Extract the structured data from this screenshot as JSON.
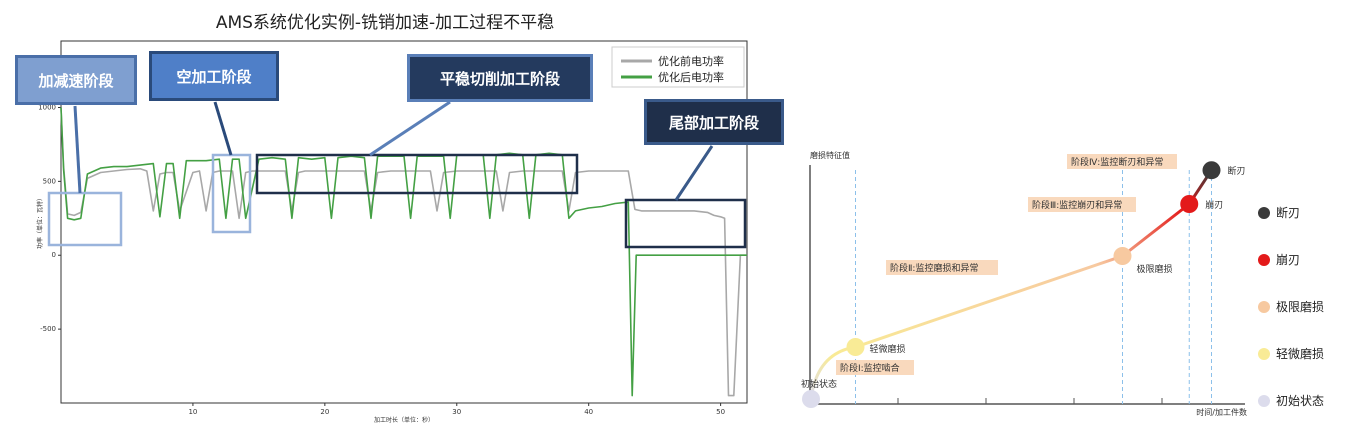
{
  "title": "AMS系统优化实例-铣销加速-加工过程不平稳",
  "colors": {
    "before": "#a8a8a8",
    "after": "#44a044",
    "label_light": "#7f9fd0",
    "label_mid": "#4f7fc8",
    "label_dark": "#243a5e",
    "label_darker": "#1f2f4a",
    "highlight_light": "#9ab4dc",
    "highlight_dark": "#1f2f4a"
  },
  "stage_labels": {
    "accel": "加减速阶段",
    "idle": "空加工阶段",
    "steady": "平稳切削加工阶段",
    "tail": "尾部加工阶段"
  },
  "chart_data": [
    {
      "type": "line",
      "xlabel": "加工时长（单位：秒）",
      "ylabel": "功率（单位：瓦特）",
      "xlim": [
        0,
        52
      ],
      "ylim": [
        -1000,
        1450
      ],
      "x_ticks": [
        10,
        20,
        30,
        40,
        50
      ],
      "y_ticks": [
        1000,
        500,
        0,
        -500
      ],
      "legend_position": "top-right",
      "series": [
        {
          "name": "优化前电功率",
          "x": [
            0,
            0.2,
            0.5,
            1,
            1.5,
            2,
            3,
            4,
            5,
            6,
            6.5,
            7,
            7.5,
            8,
            8.5,
            9,
            10,
            10.5,
            11,
            11.5,
            12,
            13,
            13.5,
            14,
            14.5,
            15,
            16,
            17,
            17.5,
            18,
            18.5,
            19,
            20,
            21,
            22,
            23,
            23.5,
            24,
            25,
            26,
            27,
            28,
            28.5,
            29,
            30,
            31,
            32,
            33,
            33.5,
            34,
            35,
            36,
            37,
            38,
            38.5,
            39,
            40,
            41,
            42,
            43,
            43.5,
            44,
            45,
            46,
            47,
            48,
            49,
            49.5,
            50,
            50.3,
            50.6,
            51,
            51.5,
            52
          ],
          "values": [
            1000,
            600,
            280,
            270,
            290,
            520,
            560,
            570,
            580,
            585,
            570,
            300,
            550,
            560,
            560,
            300,
            560,
            570,
            300,
            560,
            570,
            570,
            250,
            560,
            570,
            570,
            570,
            570,
            300,
            560,
            570,
            570,
            570,
            570,
            570,
            570,
            300,
            560,
            570,
            570,
            570,
            570,
            300,
            560,
            570,
            570,
            570,
            570,
            300,
            560,
            570,
            570,
            570,
            570,
            300,
            560,
            570,
            570,
            570,
            570,
            310,
            300,
            300,
            300,
            300,
            300,
            290,
            270,
            260,
            250,
            -950,
            -950,
            0,
            0
          ]
        },
        {
          "name": "优化后电功率",
          "x": [
            0,
            0.2,
            0.5,
            1,
            1.5,
            2,
            3,
            4,
            5,
            6,
            7,
            7.5,
            8,
            8.5,
            9,
            9.5,
            10,
            11,
            12,
            12.5,
            13,
            13.5,
            14,
            15,
            16,
            17,
            17.5,
            18,
            19,
            20,
            20.5,
            21,
            22,
            23,
            23.5,
            24,
            25,
            26,
            26.5,
            27,
            28,
            29,
            29.5,
            30,
            31,
            32,
            32.5,
            33,
            34,
            35,
            35.5,
            36,
            37,
            38,
            38.5,
            39,
            40,
            41,
            42,
            43,
            43.3,
            43.6,
            44,
            45,
            46,
            47,
            48,
            49,
            50,
            51,
            52
          ],
          "values": [
            1000,
            580,
            250,
            240,
            250,
            550,
            590,
            600,
            600,
            610,
            620,
            260,
            620,
            620,
            250,
            640,
            640,
            640,
            650,
            250,
            650,
            650,
            250,
            650,
            660,
            650,
            250,
            660,
            650,
            660,
            250,
            660,
            670,
            660,
            250,
            670,
            670,
            670,
            250,
            670,
            670,
            670,
            250,
            680,
            680,
            680,
            250,
            680,
            690,
            680,
            250,
            680,
            690,
            680,
            250,
            300,
            320,
            330,
            350,
            360,
            -950,
            0,
            0,
            0,
            0,
            0,
            0,
            0,
            0,
            0,
            0
          ]
        }
      ]
    },
    {
      "type": "line",
      "ylabel": "磨损特征值",
      "xlabel": "时间/加工件数",
      "points": [
        {
          "name": "初始状态",
          "x": 0,
          "y": 0
        },
        {
          "name": "轻微磨损",
          "x": 1,
          "y": 2
        },
        {
          "name": "极限磨损",
          "x": 7,
          "y": 5.5
        },
        {
          "name": "崩刃",
          "x": 8.5,
          "y": 7.5
        },
        {
          "name": "断刃",
          "x": 9,
          "y": 8.8
        }
      ],
      "stages": [
        {
          "label": "阶段Ⅰ:监控啮合"
        },
        {
          "label": "阶段Ⅱ:监控磨损和异常"
        },
        {
          "label": "阶段Ⅲ:监控崩刃和异常"
        },
        {
          "label": "阶段Ⅳ:监控断刃和异常"
        }
      ],
      "legend": [
        {
          "label": "断刃",
          "color": "#3a3a3a"
        },
        {
          "label": "崩刃",
          "color": "#e31a1a"
        },
        {
          "label": "极限磨损",
          "color": "#f7c9a0"
        },
        {
          "label": "轻微磨损",
          "color": "#f9eb96"
        },
        {
          "label": "初始状态",
          "color": "#dcdcec"
        }
      ],
      "point_colors": [
        "#dcdcec",
        "#f9eb96",
        "#f7c9a0",
        "#e31a1a",
        "#3a3a3a"
      ]
    }
  ]
}
